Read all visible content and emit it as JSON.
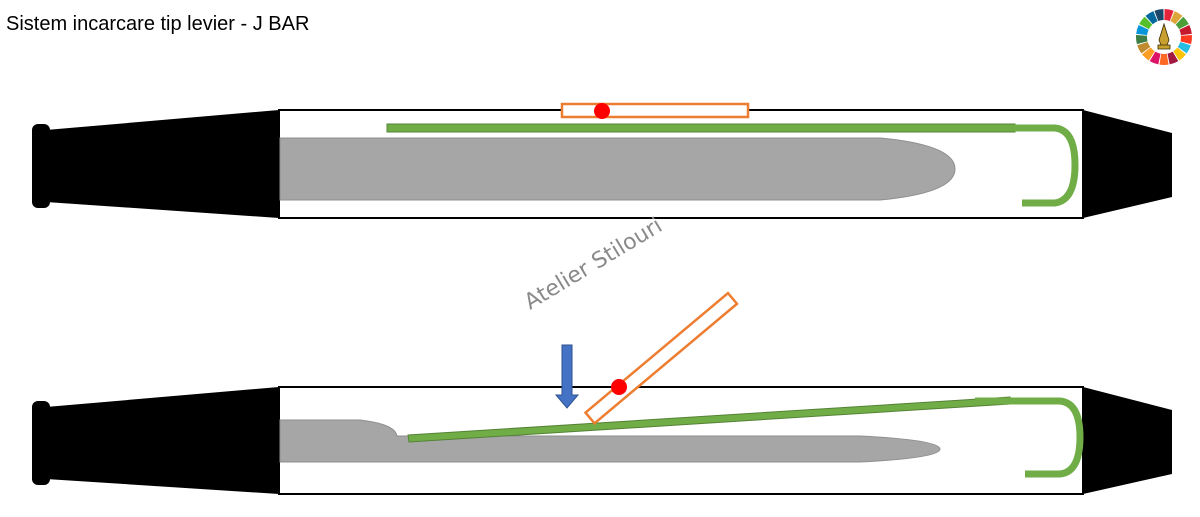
{
  "title": "Sistem incarcare tip levier - J BAR",
  "watermark": "Atelier Stilouri",
  "logo": {
    "icon": "sdg-wheel-pen-nib-logo",
    "colors": [
      "#e5243b",
      "#dda63a",
      "#4c9f38",
      "#c5192d",
      "#ff3a21",
      "#26bde2",
      "#fcc30b",
      "#a21942",
      "#fd6925",
      "#dd1367",
      "#fd9d24",
      "#bf8b2e",
      "#3f7e44",
      "#0a97d9",
      "#56c02b",
      "#00689d",
      "#19486a"
    ]
  },
  "colors": {
    "barrel": "#000000",
    "refill": "#a6a6a6",
    "jbar": "#70ad47",
    "lever": "#ed7d31",
    "pivot": "#ff0000",
    "arrow": "#4472c4"
  },
  "states": [
    {
      "name": "lever-closed"
    },
    {
      "name": "lever-open-pressing"
    }
  ]
}
